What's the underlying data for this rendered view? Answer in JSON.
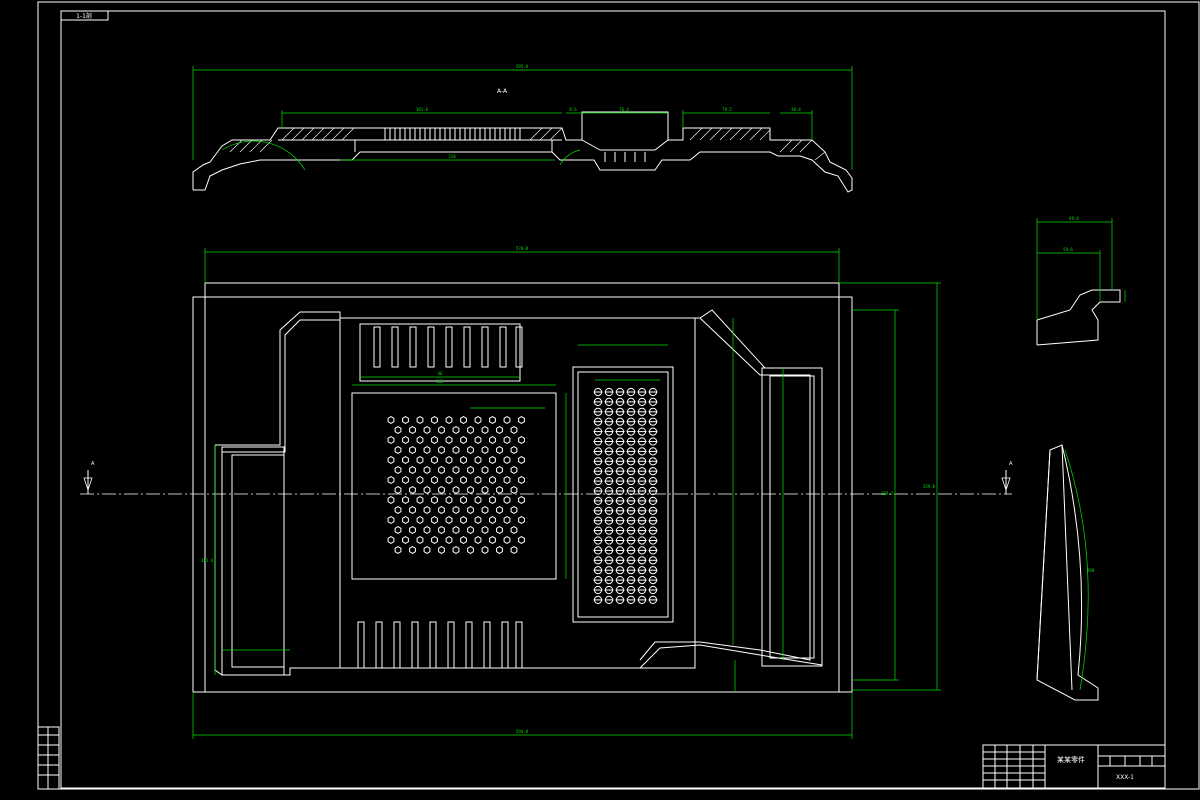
{
  "drawing": {
    "corner_tag": "1-1剖",
    "title_block_name": "某某零件",
    "title_block_code": "XXX-1",
    "section_label": "A-A",
    "arrow_label_left": "A",
    "arrow_label_right": "A"
  },
  "dimensions": {
    "section_overall": "595.8",
    "section_a": "161.6",
    "section_b": "8.6",
    "section_c": "76.4",
    "section_d": "79.5",
    "section_e": "30.4",
    "section_f": "210",
    "plan_top": "570.8",
    "plan_bottom": "594.8",
    "plan_right_total": "359.8",
    "plan_right_inner": "339.2",
    "slot_pitch": "46",
    "grid_width": "165",
    "left_height": "185.4",
    "side_top_a": "69.8",
    "side_top_b": "59.6",
    "side_radius": "R90"
  },
  "colors": {
    "background": "#000000",
    "outline": "#ffffff",
    "dimension": "#00e000"
  }
}
